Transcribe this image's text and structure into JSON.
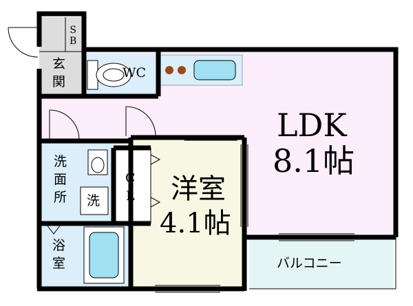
{
  "rooms": {
    "ldk": {
      "name": "LDK",
      "size": "8.1帖"
    },
    "western_room": {
      "name": "洋室",
      "size": "4.1帖"
    },
    "balcony": {
      "name": "バルコニー"
    },
    "wc": {
      "name": "WC"
    },
    "closet": {
      "name_top": "C",
      "name_bottom": "L"
    },
    "shoe_box": {
      "name_top": "S",
      "name_bottom": "B"
    },
    "entrance": {
      "name_top": "玄",
      "name_bottom": "関"
    },
    "washroom": {
      "chars": [
        "洗",
        "面",
        "所"
      ]
    },
    "washer_mark": "洗",
    "bathroom": {
      "name_top": "浴",
      "name_bottom": "室"
    }
  },
  "colors": {
    "wall": "#000000",
    "ldk_fill": "#fceefa",
    "western_fill": "#f8f7e4",
    "wet_fill": "#dbeefa",
    "closet_fill": "#ffffff",
    "balcony_fill": "#e4f5f5"
  }
}
